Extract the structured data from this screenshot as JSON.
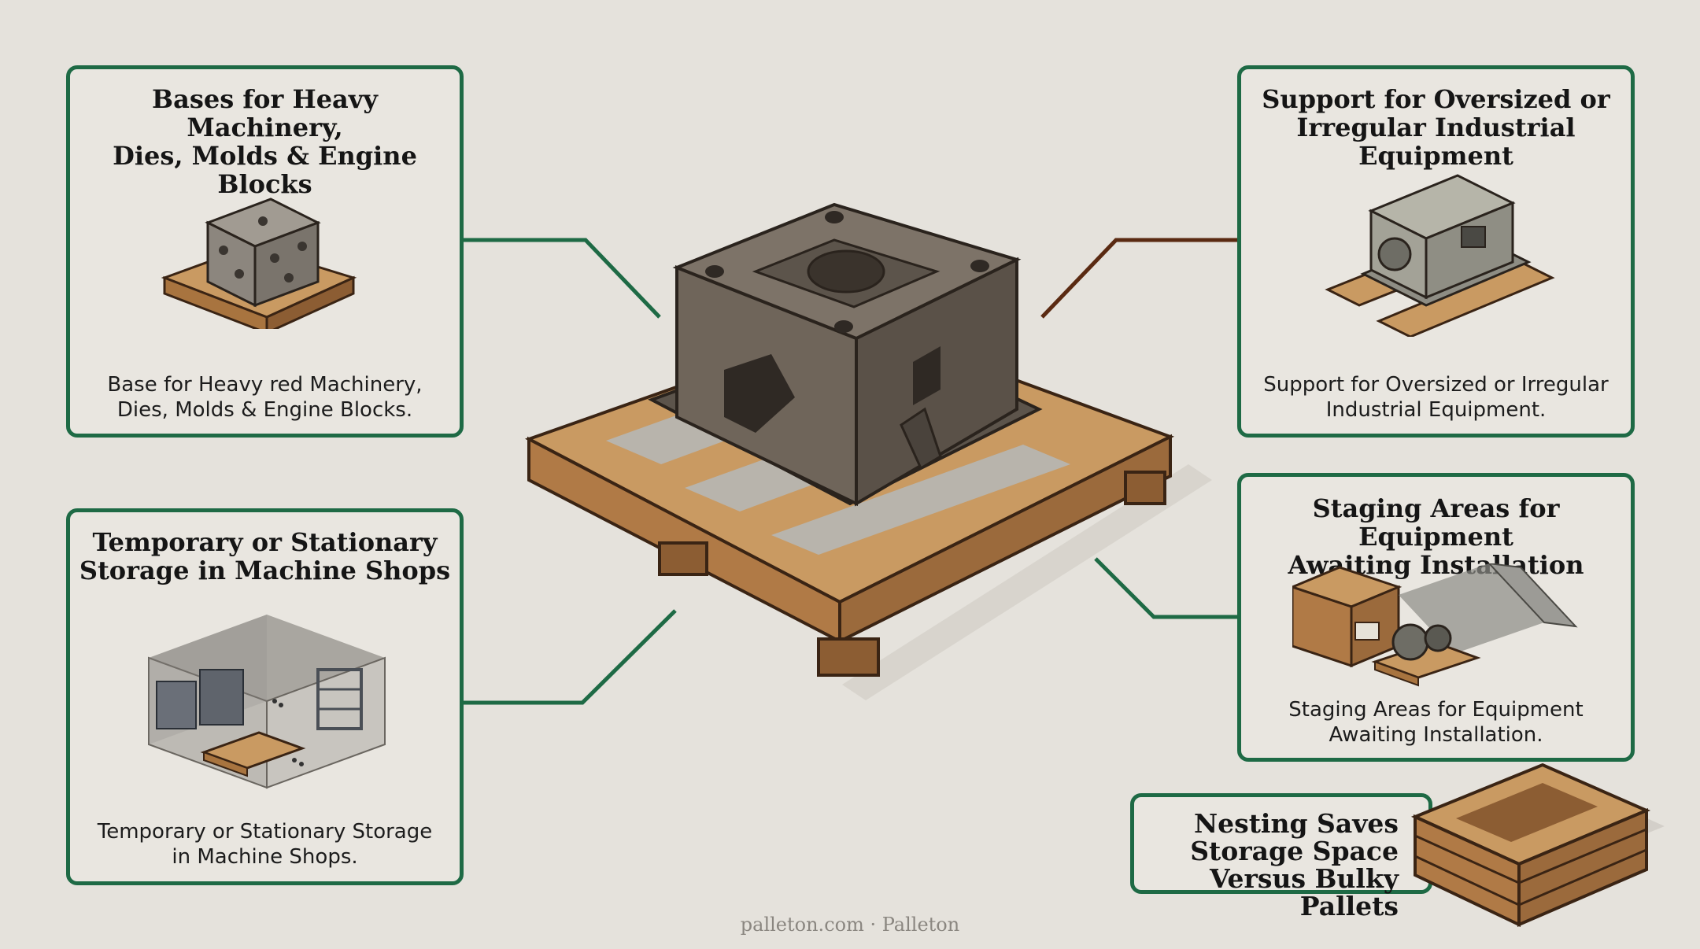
{
  "cards": {
    "heavy_machinery": {
      "title": "Bases for Heavy Machinery,\nDies, Molds & Engine Blocks",
      "caption": "Base for Heavy red Machinery,\nDies, Molds & Engine Blocks."
    },
    "oversized_equipment": {
      "title": "Support for Oversized or\nIrregular Industrial Equipment",
      "caption": "Support for Oversized or Irregular\nIndustrial Equipment."
    },
    "machine_shop_storage": {
      "title": "Temporary or Stationary\nStorage in Machine Shops",
      "caption": "Temporary or Stationary Storage\nin Machine Shops."
    },
    "staging_areas": {
      "title": "Staging Areas for Equipment\nAwaiting Installation",
      "caption": "Staging Areas for Equipment\nAwaiting Installation."
    },
    "nesting": {
      "title": "Nesting Saves\nStorage Space\nVersus Bulky Pallets"
    }
  },
  "footer": "palleton.com · Palleton",
  "colors": {
    "card_border": "#1e6a45",
    "connector_green": "#1e6a45",
    "connector_brown": "#5a2a12",
    "background": "#e5e2dc",
    "wood": "#c99a62",
    "metal": "#6f655a"
  }
}
